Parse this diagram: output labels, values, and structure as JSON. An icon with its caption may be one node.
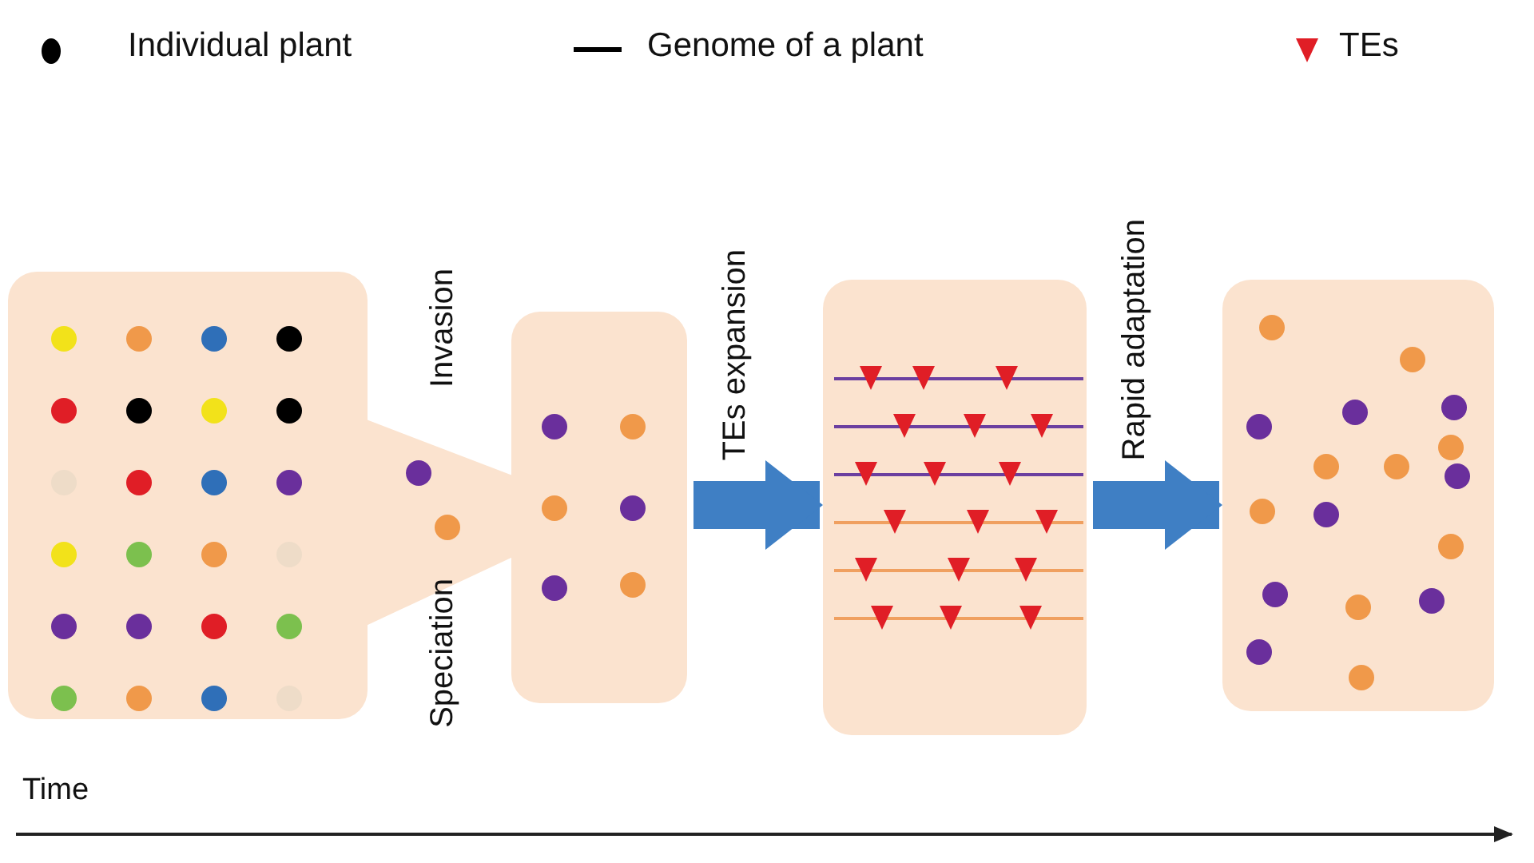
{
  "diagram": {
    "nodes": [
      {
        "text": [],
        "shape": "box"
      },
      {
        "text": [],
        "shape": "box"
      },
      {
        "text": [],
        "shape": "box"
      },
      {
        "text": [],
        "shape": "box"
      }
    ],
    "edges": [
      {
        "from": 1,
        "to": 2,
        "arrow": "to",
        "label": "TEs expansion"
      },
      {
        "from": 2,
        "to": 3,
        "arrow": "to",
        "label": "Rapid adaptation"
      }
    ],
    "labels": [
      "Invasion",
      "Speciation",
      "Time"
    ],
    "legend": [
      {
        "text": "Individual plant"
      },
      {
        "text": "Genome of a plant"
      },
      {
        "text": "TEs"
      }
    ]
  }
}
